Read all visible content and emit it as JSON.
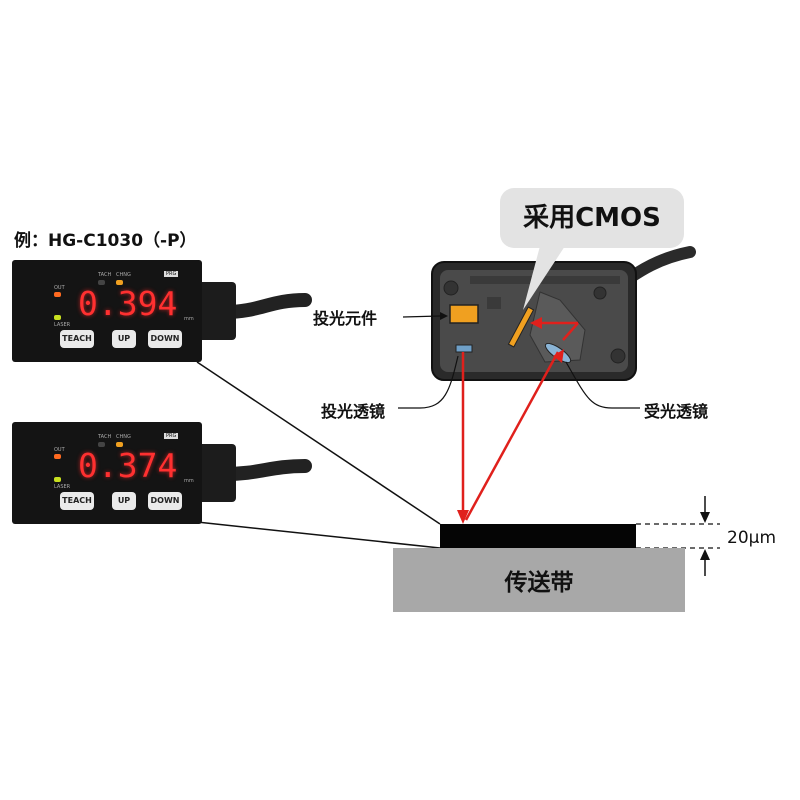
{
  "example_label": "例：HG-C1030（-P）",
  "sensors": [
    {
      "id": "top",
      "reading": "0.394",
      "buttons": [
        "TEACH",
        "UP",
        "DOWN"
      ],
      "small_labels": [
        "OUT",
        "LASER",
        "TACH",
        "CHNG",
        "PRG",
        "mm"
      ]
    },
    {
      "id": "bottom",
      "reading": "0.374",
      "buttons": [
        "TEACH",
        "UP",
        "DOWN"
      ],
      "small_labels": [
        "OUT",
        "LASER",
        "TACH",
        "CHNG",
        "PRG",
        "mm"
      ]
    }
  ],
  "cmos_label": "采用CMOS",
  "callouts": {
    "emitter_element": "投光元件",
    "emitter_lens": "投光透镜",
    "receiver_lens": "受光透镜"
  },
  "belt_label": "传送带",
  "thickness_label": "20μm",
  "colors": {
    "laser": "#e0201c",
    "belt": "#a8a8a8",
    "sensor_body": "#141414",
    "display_digits": "#ff3030",
    "cmos_bubble": "#e3e3e3",
    "emitter": "#f0a020"
  }
}
